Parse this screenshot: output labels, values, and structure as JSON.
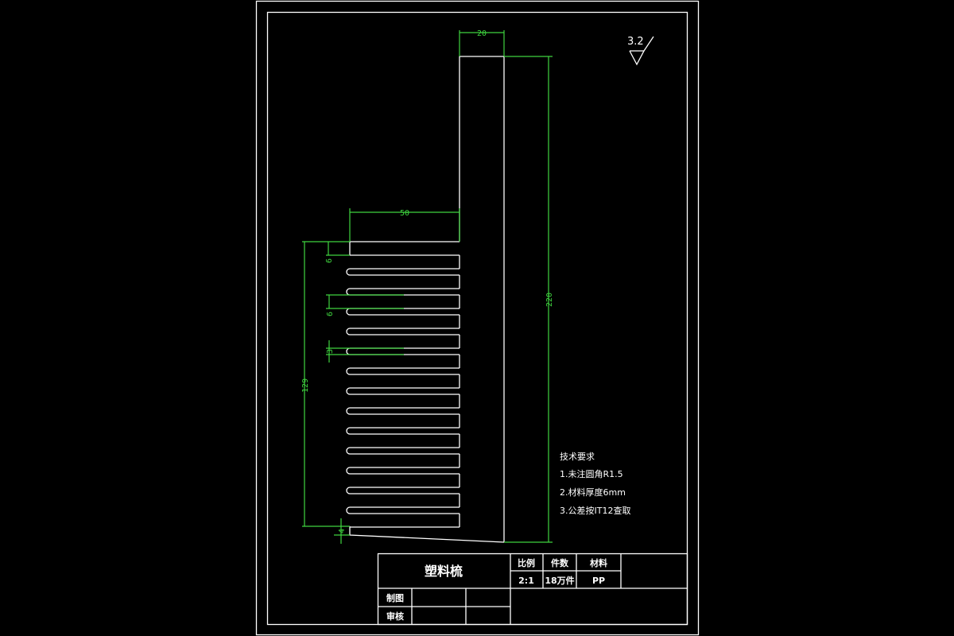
{
  "drawing": {
    "background": "#000000",
    "line_color": "#ffffff",
    "dimension_color": "#3fd43f",
    "dimensions": {
      "top_width": "20",
      "overall_height": "220",
      "teeth_width": "50",
      "teeth_span": "129",
      "top_land": "6",
      "tooth_pitch": "6",
      "slot_width": "3",
      "bottom_land": "4"
    },
    "surface_roughness": "3.2",
    "tooth_count": 14
  },
  "notes": {
    "title": "技术要求",
    "items": [
      "1.未注圆角R1.5",
      "2.材料厚度6mm",
      "3.公差按IT12查取"
    ]
  },
  "title_block": {
    "part_name": "塑料梳",
    "scale_label": "比例",
    "scale_value": "2:1",
    "quantity_label": "件数",
    "quantity_value": "18万件",
    "material_label": "材料",
    "material_value": "PP",
    "drawn_label": "制图",
    "checked_label": "审核"
  }
}
